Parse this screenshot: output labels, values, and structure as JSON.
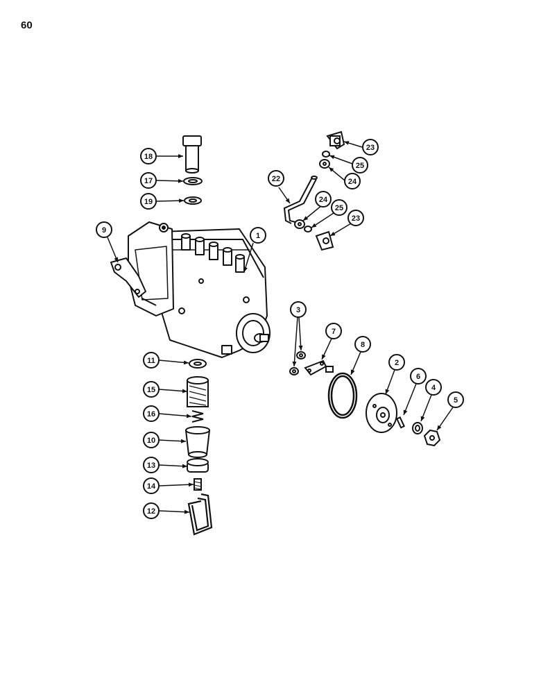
{
  "page_number": "60",
  "callouts": [
    {
      "id": "c1",
      "label": "1"
    },
    {
      "id": "c2",
      "label": "2"
    },
    {
      "id": "c3",
      "label": "3"
    },
    {
      "id": "c4",
      "label": "4"
    },
    {
      "id": "c5",
      "label": "5"
    },
    {
      "id": "c6",
      "label": "6"
    },
    {
      "id": "c7",
      "label": "7"
    },
    {
      "id": "c8",
      "label": "8"
    },
    {
      "id": "c9",
      "label": "9"
    },
    {
      "id": "c10",
      "label": "10"
    },
    {
      "id": "c11",
      "label": "11"
    },
    {
      "id": "c12",
      "label": "12"
    },
    {
      "id": "c13",
      "label": "13"
    },
    {
      "id": "c14",
      "label": "14"
    },
    {
      "id": "c15",
      "label": "15"
    },
    {
      "id": "c16",
      "label": "16"
    },
    {
      "id": "c17",
      "label": "17"
    },
    {
      "id": "c18",
      "label": "18"
    },
    {
      "id": "c19",
      "label": "19"
    },
    {
      "id": "c22",
      "label": "22"
    },
    {
      "id": "c23a",
      "label": "23"
    },
    {
      "id": "c23b",
      "label": "23"
    },
    {
      "id": "c24a",
      "label": "24"
    },
    {
      "id": "c24b",
      "label": "24"
    },
    {
      "id": "c25a",
      "label": "25"
    },
    {
      "id": "c25b",
      "label": "25"
    }
  ]
}
